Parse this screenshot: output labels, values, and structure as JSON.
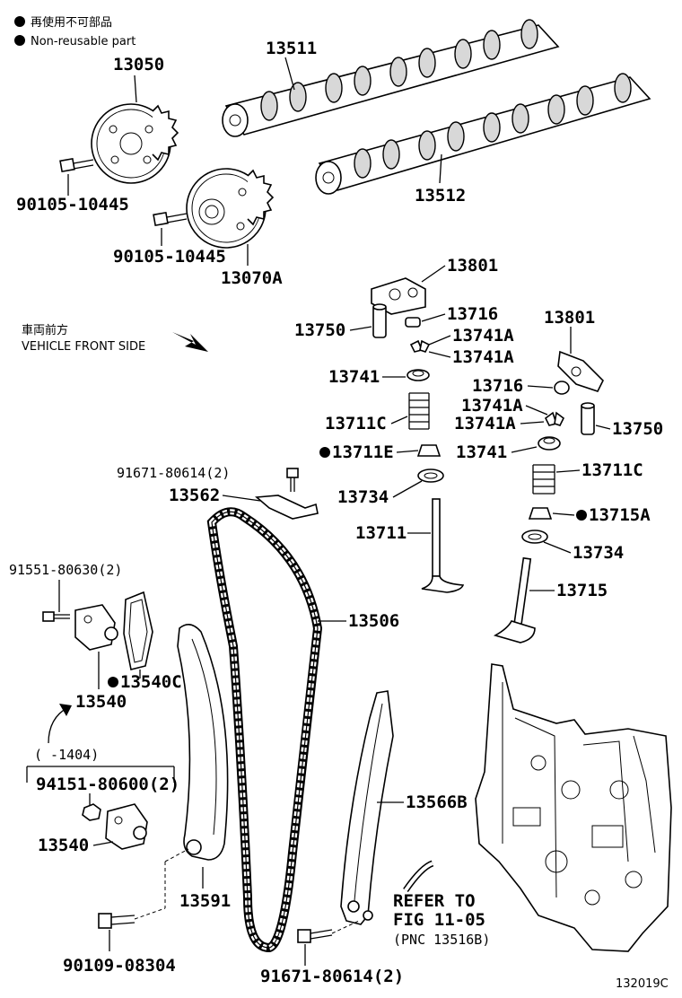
{
  "legend": {
    "jp": "再使用不可部品",
    "en": "Non-reusable part"
  },
  "direction": {
    "jp": "車両前方",
    "en": "VEHICLE FRONT SIDE"
  },
  "labels": {
    "p13050": "13050",
    "p13511": "13511",
    "p13512": "13512",
    "p90105a": "90105-10445",
    "p90105b": "90105-10445",
    "p13070A": "13070A",
    "p13801a": "13801",
    "p13801b": "13801",
    "p13716a": "13716",
    "p13716b": "13716",
    "p13750a": "13750",
    "p13750b": "13750",
    "p13741A1": "13741A",
    "p13741A2": "13741A",
    "p13741A3": "13741A",
    "p13741A4": "13741A",
    "p13741a": "13741",
    "p13741b": "13741",
    "p13711Ca": "13711C",
    "p13711Cb": "13711C",
    "p13711E": "13711E",
    "p13715A": "13715A",
    "p91671a": "91671-80614(2)",
    "p91671b": "91671-80614(2)",
    "p13562": "13562",
    "p13734a": "13734",
    "p13734b": "13734",
    "p13711": "13711",
    "p13715": "13715",
    "p91551": "91551-80630(2)",
    "p13506": "13506",
    "p13540C": "13540C",
    "p13540a": "13540",
    "p13540b": "13540",
    "p94151": "94151-80600(2)",
    "p13566B": "13566B",
    "p13591": "13591",
    "p90109": "90109-08304"
  },
  "date_range": "(    -1404)",
  "refer": {
    "line1": "REFER TO",
    "line2": "FIG 11-05",
    "line3": "(PNC 13516B)"
  },
  "figure_code": "132019C"
}
